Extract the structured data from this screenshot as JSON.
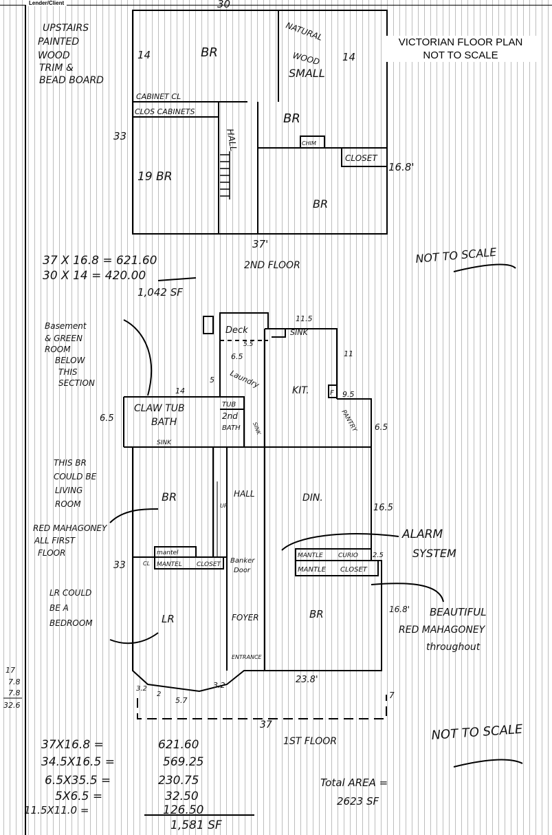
{
  "header": {
    "label": "Lender/Client",
    "top_dimension": "30"
  },
  "title": {
    "line1": "VICTORIAN FLOOR PLAN",
    "line2": "NOT TO SCALE"
  },
  "second_floor": {
    "notes": [
      "UPSTAIRS",
      "PAINTED",
      "WOOD",
      "TRIM &",
      "BEAD BOARD"
    ],
    "labels": {
      "br_top": "BR",
      "natural": "NATURAL",
      "wood": "WOOD",
      "small": "SMALL",
      "br_small": "BR",
      "cabinet_cl": "CABINET CL",
      "clos_cabinets": "CLOS CABINETS",
      "hall": "HALL",
      "chim": "CHIM",
      "closet": "CLOSET",
      "br_19": "19 BR",
      "br_right": "BR",
      "dim_14_left": "14",
      "dim_14_right": "14",
      "dim_33": "33",
      "dim_168": "16.8'",
      "dim_37": "37'",
      "floor": "2ND FLOOR"
    },
    "calc": [
      "37 X 16.8 = 621.60",
      "30 X 14 = 420.00",
      "1,042 SF"
    ],
    "not_to_scale": "NOT TO SCALE"
  },
  "first_floor": {
    "basement_note": [
      "Basement",
      "& GREEN",
      "ROOM",
      "BELOW",
      "THIS",
      "SECTION"
    ],
    "br_note": [
      "THIS BR",
      "COULD BE",
      "LIVING",
      "ROOM"
    ],
    "mahogany_note": [
      "RED MAHAGONEY",
      "ALL FIRST",
      "FLOOR"
    ],
    "lr_note": [
      "LR COULD",
      "BE A",
      "BEDROOM"
    ],
    "alarm_note": [
      "ALARM",
      "SYSTEM"
    ],
    "beautiful_note": [
      "BEAUTIFUL",
      "RED MAHAGONEY",
      "throughout"
    ],
    "labels": {
      "deck": "Deck",
      "dim_55": "5.5",
      "dim_65a": "6.5",
      "laundry": "Laundry",
      "dim_5": "5",
      "dim_115": "11.5",
      "sink_kit": "SINK",
      "dim_11": "11",
      "kit": "KIT.",
      "f": "F",
      "dim_95": "9.5",
      "dim_14": "14",
      "claw_tub": "CLAW TUB",
      "bath": "BATH",
      "dim_65b": "6.5",
      "sink_bath": "SINK",
      "tub": "TUB",
      "bath2": "2nd",
      "bath2b": "BATH",
      "sink2": "SINK",
      "pantry": "PANTRY",
      "dim_65c": "6.5",
      "br_left": "BR",
      "hall": "HALL",
      "up": "UP",
      "din": "DIN.",
      "dim_165": "16.5",
      "mantel1": "mantel",
      "cl": "CL",
      "mantel2": "MANTEL",
      "closet1": "CLOSET",
      "banker": "Banker",
      "door": "Door",
      "mantle1": "MANTLE",
      "curio": "CURIO",
      "dim_25": "2.5",
      "mantle2": "MANTLE",
      "closet2": "CLOSET",
      "dim_33": "33",
      "lr": "LR",
      "foyer": "FOYER",
      "br_right": "BR",
      "dim_168": "16.8'",
      "entrance": "ENTRANCE",
      "dim_238": "23.8'",
      "dim_32a": "3.2",
      "dim_57": "5.7",
      "dim_32b": "3.2",
      "dim_2": "2",
      "dim_7": "7",
      "dim_37": "37",
      "floor": "1ST FLOOR"
    },
    "side_sum": [
      "17",
      "7.8",
      "7.8",
      "32.6"
    ],
    "calc": [
      "37X16.8 =",
      "621.60",
      "34.5X16.5 =",
      "569.25",
      "6.5X35.5 =",
      "230.75",
      "5X6.5 =",
      "32.50",
      "11.5X11.0 =",
      "126.50",
      "1,581 SF"
    ],
    "total": [
      "Total AREA =",
      "2623 SF"
    ],
    "not_to_scale": "NOT TO SCALE"
  }
}
